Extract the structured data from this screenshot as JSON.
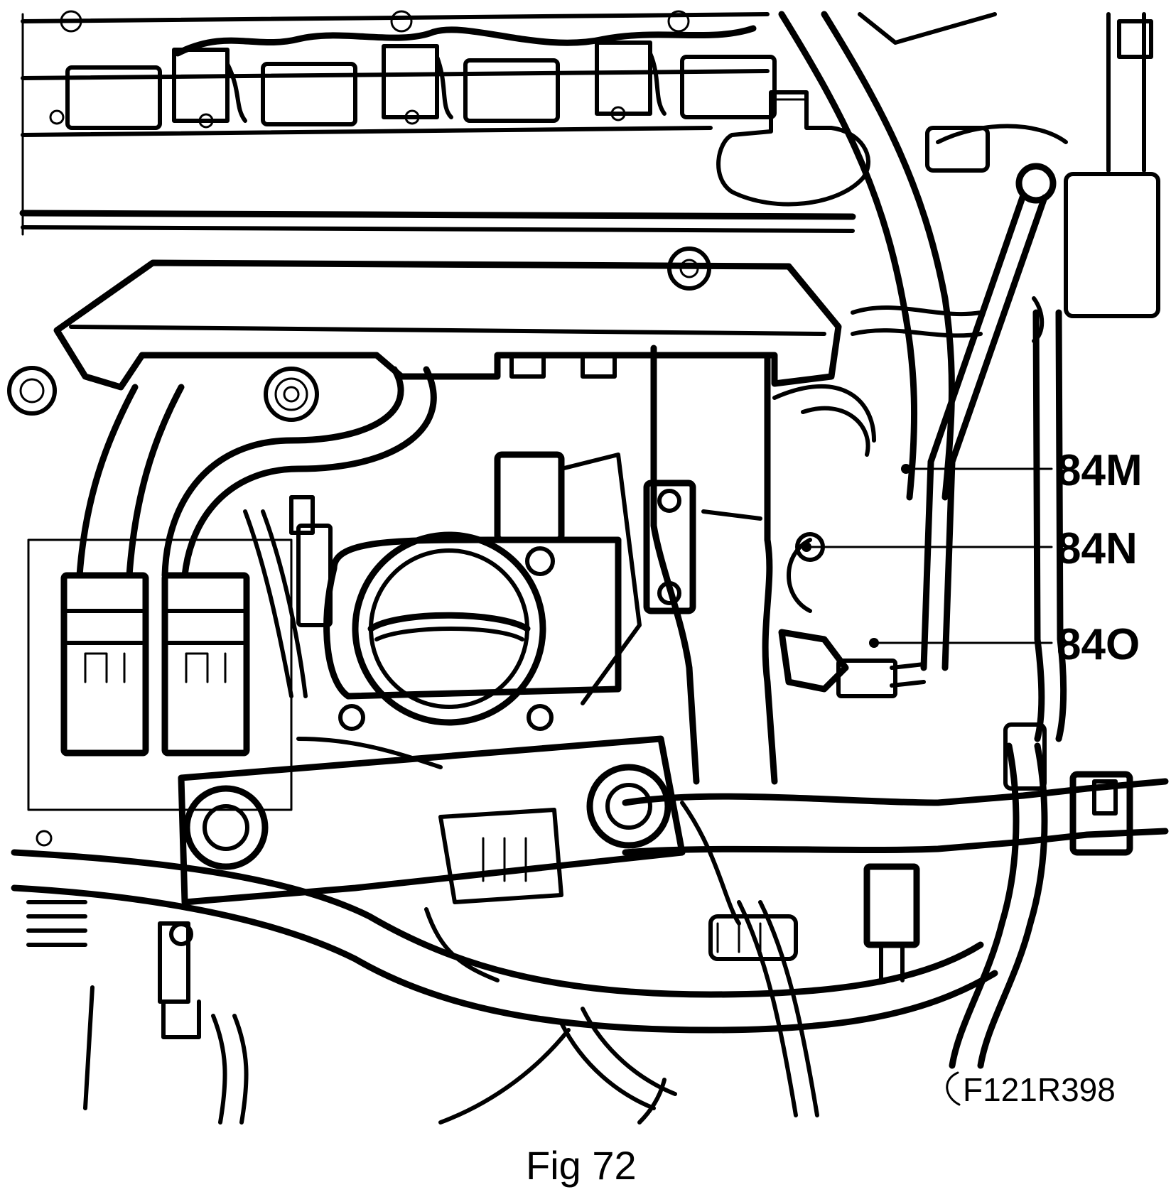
{
  "figure": {
    "caption": "Fig 72",
    "reference_code": "F121R398"
  },
  "callouts": [
    {
      "label": "84M"
    },
    {
      "label": "84N"
    },
    {
      "label": "84O"
    }
  ]
}
